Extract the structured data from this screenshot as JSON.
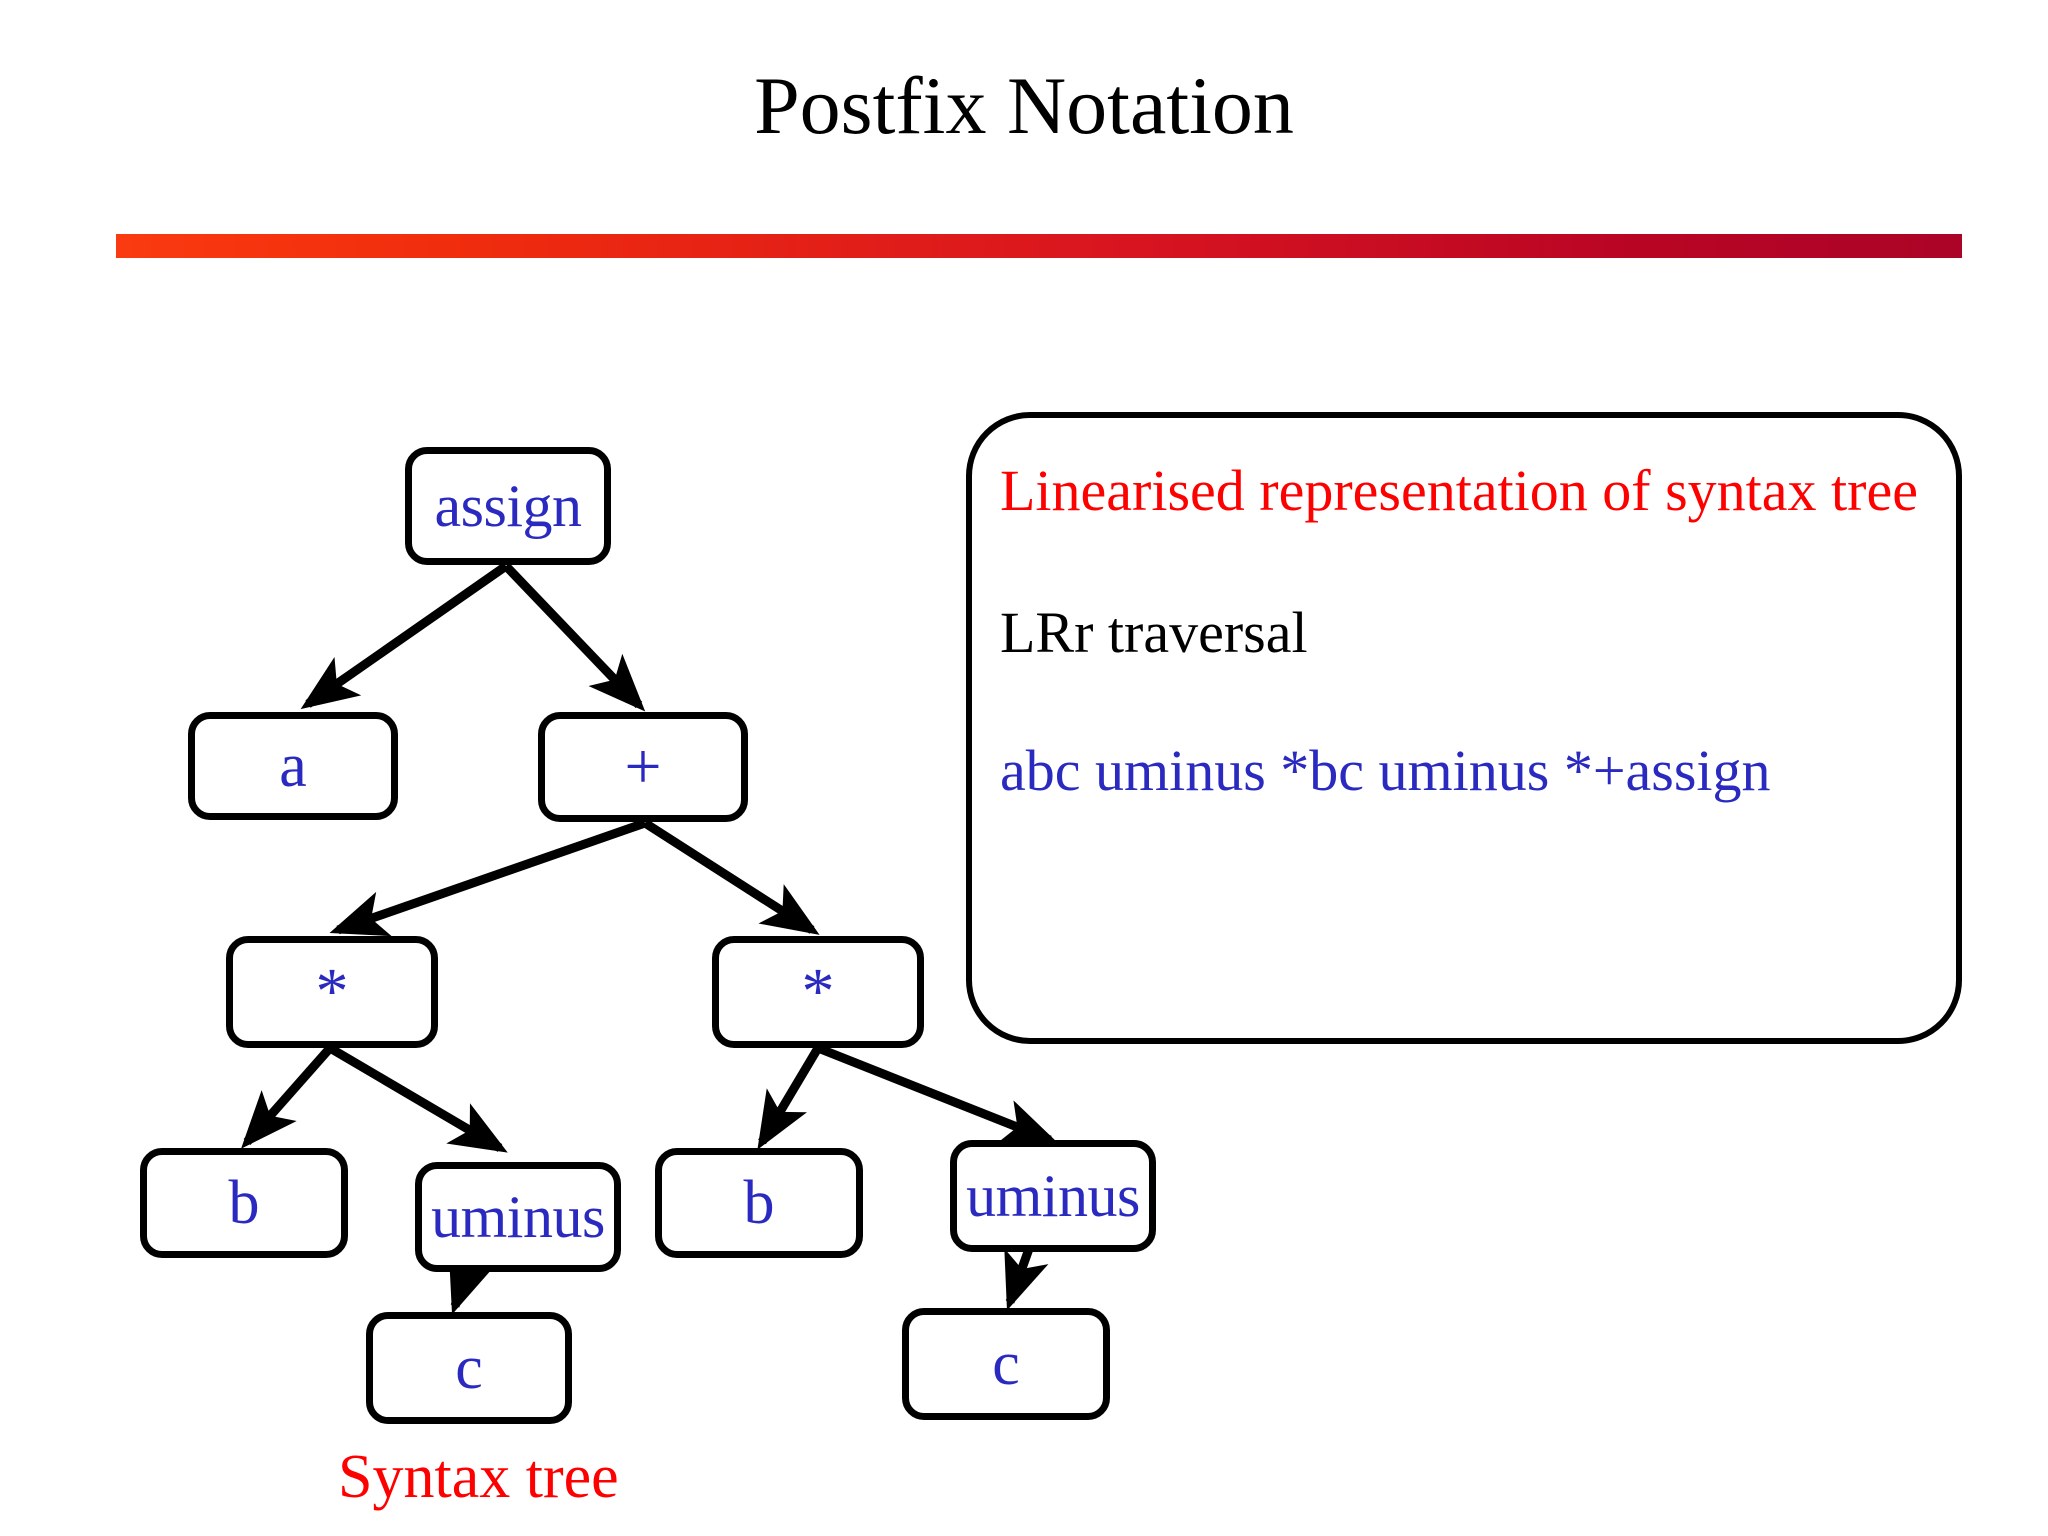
{
  "slide": {
    "title": "Postfix Notation",
    "caption": "Syntax tree",
    "accent_left": "#FA3A10",
    "accent_right": "#AB0427",
    "node_text_color": "#2A2AC0",
    "highlight_color": "#FE0000"
  },
  "tree": {
    "nodes": [
      {
        "id": "assign",
        "label": "assign"
      },
      {
        "id": "a",
        "label": "a"
      },
      {
        "id": "plus",
        "label": "+"
      },
      {
        "id": "mul-left",
        "label": "*"
      },
      {
        "id": "mul-right",
        "label": "*"
      },
      {
        "id": "b-left",
        "label": "b"
      },
      {
        "id": "uminus-left",
        "label": "uminus"
      },
      {
        "id": "b-right",
        "label": "b"
      },
      {
        "id": "uminus-right",
        "label": "uminus"
      },
      {
        "id": "c-left",
        "label": "c"
      },
      {
        "id": "c-right",
        "label": "c"
      }
    ],
    "edges": [
      {
        "from": "assign",
        "to": "a"
      },
      {
        "from": "assign",
        "to": "plus"
      },
      {
        "from": "plus",
        "to": "mul-left"
      },
      {
        "from": "plus",
        "to": "mul-right"
      },
      {
        "from": "mul-left",
        "to": "b-left"
      },
      {
        "from": "mul-left",
        "to": "uminus-left"
      },
      {
        "from": "mul-right",
        "to": "b-right"
      },
      {
        "from": "mul-right",
        "to": "uminus-right"
      },
      {
        "from": "uminus-left",
        "to": "c-left"
      },
      {
        "from": "uminus-right",
        "to": "c-right"
      }
    ]
  },
  "info_box": {
    "line1": "Linearised representation of syntax tree",
    "line2": "LRr traversal",
    "line3": "abc uminus *bc uminus *+assign"
  }
}
